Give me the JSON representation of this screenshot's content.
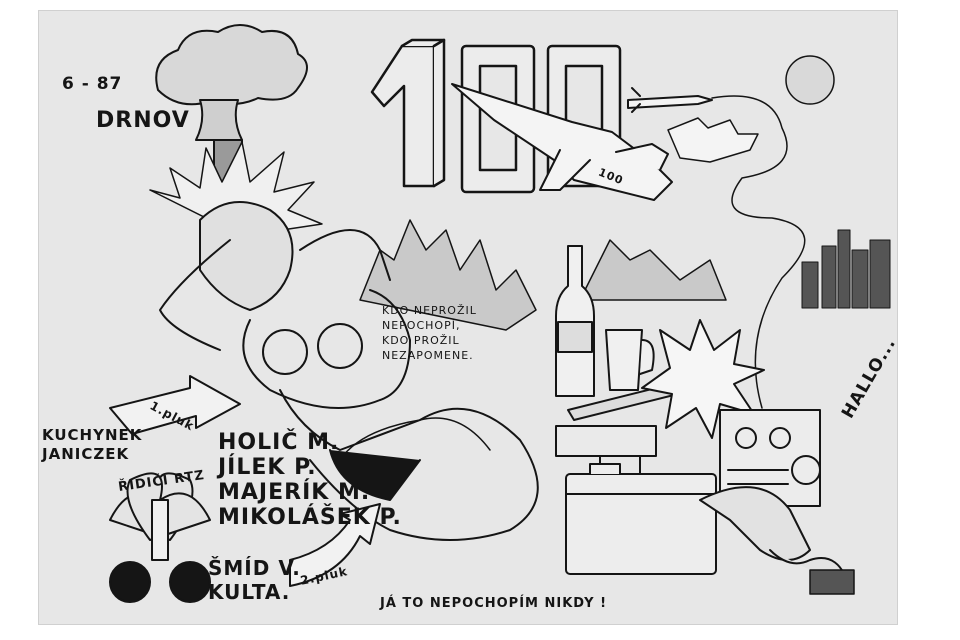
{
  "drawing": {
    "date_tag": "6 - 87",
    "place": "DRNOV",
    "big_number": "100",
    "jet_marking": "100",
    "motto_lines": [
      "KDO NEPROŽIL",
      "NEPOCHOPÍ,",
      "KDO PROŽIL",
      "NEZAPOMENE."
    ],
    "left_names": [
      "KUCHYNEK",
      "JANICZEK"
    ],
    "drivers_label": "ŘIDIČI RTZ",
    "platoon_1": "1.pluk",
    "platoon_2": "2.pluk",
    "names": [
      "HOLIČ M.",
      "JÍLEK P.",
      "MAJERÍK M.",
      "MIKOLÁŠEK P."
    ],
    "names_bottom": [
      "ŠMÍD V.",
      "KULTA."
    ],
    "radio_call": "HALLO...",
    "footer": "JÁ TO NEPOCHOPÍM NIKDY !"
  },
  "colors": {
    "paper": "#e7e7e7",
    "ink": "#151515",
    "background": "#ffffff"
  }
}
